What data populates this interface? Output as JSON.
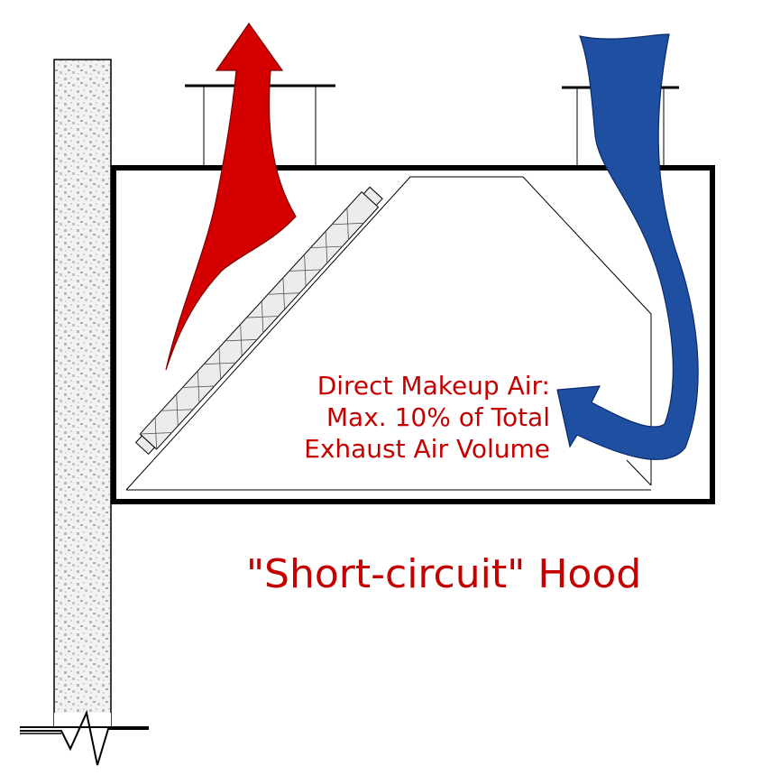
{
  "annotation": {
    "line1": "Direct Makeup Air:",
    "line2": "Max. 10% of Total",
    "line3": "Exhaust Air Volume"
  },
  "caption": "\"Short-circuit\" Hood",
  "colors": {
    "exhaust_arrow": "#d40000",
    "makeup_arrow": "#1f4fa0",
    "text": "#c40000",
    "outline": "#000000",
    "wall_fill": "#e8e8e8"
  },
  "icons": {
    "exhaust": "red-up-arrow-icon",
    "makeup": "blue-curved-down-arrow-icon",
    "filter": "grease-filter-icon",
    "wall": "concrete-wall-icon"
  }
}
